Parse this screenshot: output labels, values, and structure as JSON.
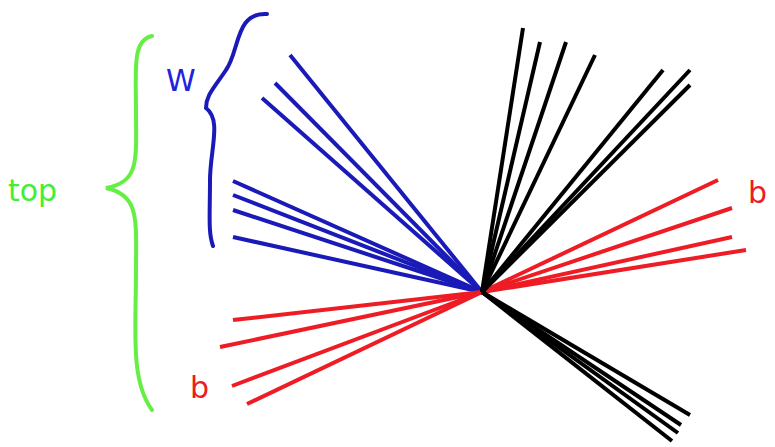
{
  "diagram": {
    "labels": [
      "W",
      "top",
      "b",
      "b"
    ]
  }
}
